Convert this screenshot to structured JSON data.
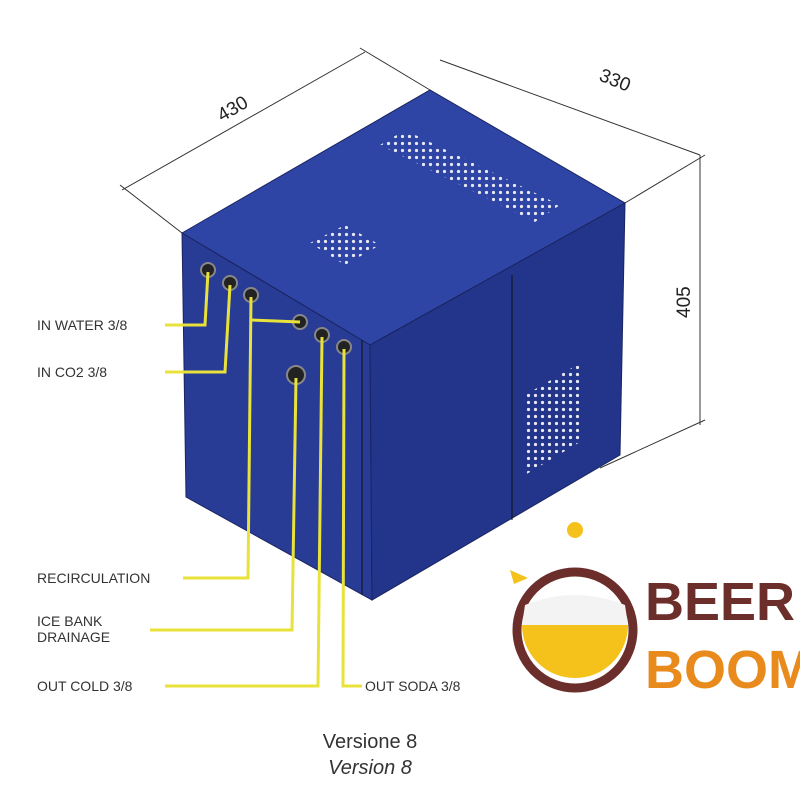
{
  "dimensions": {
    "width": "430",
    "depth": "330",
    "height": "405"
  },
  "labels": {
    "in_water": "IN WATER 3/8",
    "in_co2": "IN CO2 3/8",
    "recirculation": "RECIRCULATION",
    "ice_bank_1": "ICE BANK",
    "ice_bank_2": "DRAINAGE",
    "out_cold": "OUT COLD 3/8",
    "out_soda": "OUT SODA 3/8"
  },
  "caption": {
    "italian": "Versione 8",
    "english": "Version 8"
  },
  "logo": {
    "line1": "BEER",
    "line2": "BOOM"
  },
  "colors": {
    "body": "#283c96",
    "leader": "#e8e23a",
    "logo_brown": "#6b2e2a",
    "logo_orange": "#e98a1c"
  }
}
